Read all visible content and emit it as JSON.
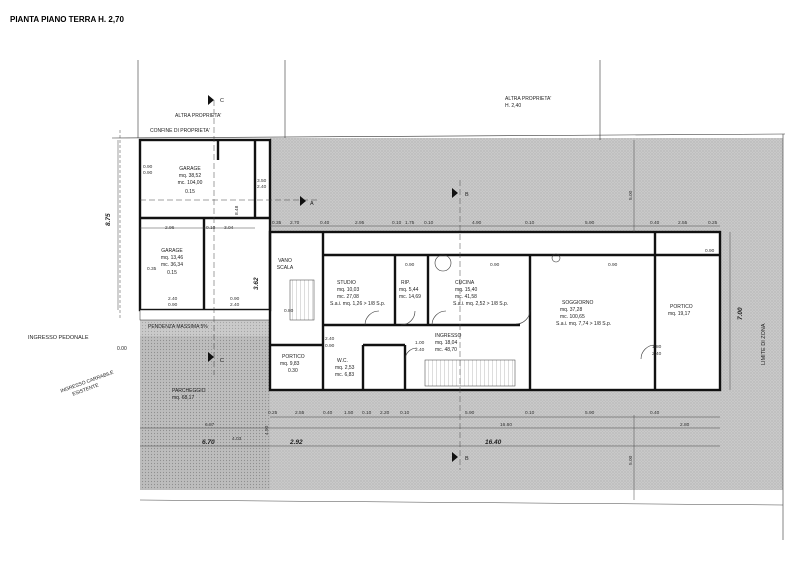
{
  "title": "PIANTA PIANO TERRA   H. 2,70",
  "neighbors": {
    "left": "ALTRA PROPRIETA'",
    "right": "ALTRA PROPRIETA'",
    "right_height": "H. 2,40",
    "boundary": "CONFINE DI PROPRIETA'"
  },
  "sections": {
    "c": "C",
    "a": "A",
    "b": "B"
  },
  "rooms": {
    "garage1": {
      "name": "GARAGE",
      "area": "mq. 38,52",
      "volume": "mc. 104,00",
      "level": "0.15"
    },
    "garage2": {
      "name": "GARAGE",
      "area": "mq. 13,46",
      "volume": "mc. 36,34",
      "level": "0.15"
    },
    "vano_scala": {
      "name1": "VANO",
      "name2": "SCALA"
    },
    "studio": {
      "name": "STUDIO",
      "area": "mq. 10,03",
      "volume": "mc. 27,08",
      "sai": "S.a.i. mq. 1,26 > 1/8 S.p."
    },
    "rip": {
      "name": "RIP.",
      "area": "mq. 5,44",
      "volume": "mc. 14,69"
    },
    "cucina": {
      "name": "CUCINA",
      "area": "mq. 15,40",
      "volume": "mc. 41,58",
      "sai": "S.a.i. mq. 2,52 > 1/8 S.p."
    },
    "ingresso": {
      "name": "INGRESSO",
      "area": "mq. 18,04",
      "volume": "mc. 48,70"
    },
    "soggiorno": {
      "name": "SOGGIORNO",
      "area": "mq. 37,28",
      "volume": "mc. 100,65",
      "sai": "S.a.i. mq. 7,74 > 1/8 S.p."
    },
    "portico_right": {
      "name": "PORTICO",
      "area": "mq. 19,17"
    },
    "portico_left": {
      "name": "PORTICO",
      "area": "mq. 9,83",
      "level": "0.30"
    },
    "wc": {
      "name": "W.C.",
      "area": "mq. 2,53",
      "volume": "mc. 6,83"
    },
    "parcheggio": {
      "name": "PARCHEGGIO",
      "area": "mq. 68,17"
    }
  },
  "annotations": {
    "ingresso_pedonale": "INGRESSO PEDONALE",
    "ingresso_carrabile1": "INGRESSO CARRABILE",
    "ingresso_carrabile2": "ESISTENTE",
    "pendenza": "PENDENZA MASSIMA 5%",
    "limite_zona": "LIMITE DI ZONA",
    "level_zero": "0.00"
  },
  "dimensions": {
    "top_row": [
      "0.35",
      "2.70",
      "0.40",
      "2.95",
      "0.10",
      "1.75",
      "0.10",
      "4.90",
      "0.10",
      "5.90",
      "0.40",
      "2.55",
      "0.25"
    ],
    "bottom_row": [
      "0.25",
      "2.55",
      "0.40",
      "1.50",
      "0.10",
      "2.20",
      "0.10",
      "5.90",
      "0.10",
      "5.90",
      "0.40"
    ],
    "totals_a": [
      "6.87",
      "16.60",
      "2.80"
    ],
    "totals_b": [
      "6.70",
      "2.92",
      "16.40"
    ],
    "garage_row": [
      "2.96",
      "0.10",
      "3.04"
    ],
    "vertical": [
      "8.75",
      "3.62",
      "8.48",
      "7.00",
      "5.00",
      "5.00",
      "4.90"
    ],
    "misc": [
      "0.90",
      "0.90",
      "3.50",
      "2.40",
      "2.40",
      "0.35",
      "1.00",
      "2.40",
      "1.80",
      "2.40",
      "0.90",
      "2.40",
      "0.90",
      "2.40",
      "0.90",
      "0.90",
      "0.90",
      "0.90",
      "0.90",
      "0.80",
      "4.03"
    ]
  }
}
